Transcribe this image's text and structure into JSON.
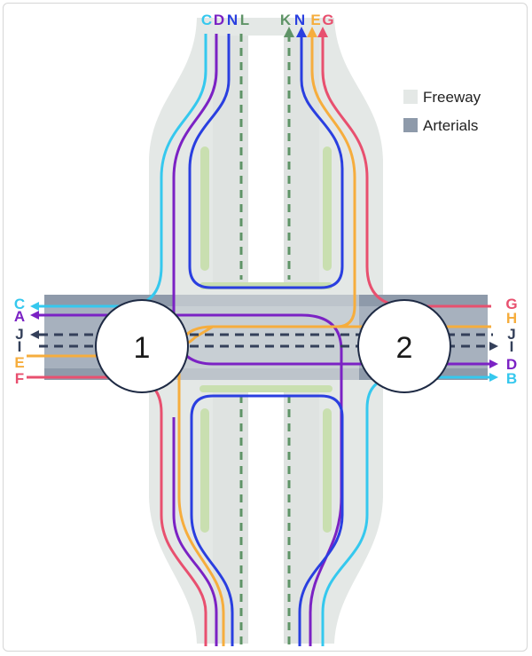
{
  "legend": {
    "freeway": {
      "label": "Freeway",
      "color": "#e4e8e6"
    },
    "arterials": {
      "label": "Arterials",
      "color": "#8e9aaa"
    }
  },
  "signals": [
    "1",
    "2"
  ],
  "top_labels": {
    "left": [
      "C",
      "D",
      "N",
      "L"
    ],
    "right": [
      "K",
      "N",
      "E",
      "G"
    ]
  },
  "left_labels": [
    "C",
    "A",
    "J",
    "I",
    "E",
    "F"
  ],
  "right_labels": [
    "G",
    "H",
    "J",
    "I",
    "D",
    "B"
  ],
  "colors": {
    "A": "#7b22c4",
    "B": "#35c8ee",
    "C": "#35c8ee",
    "D": "#7b22c4",
    "E": "#f6ad3d",
    "F": "#e8506f",
    "G": "#e8506f",
    "H": "#f6ad3d",
    "I": "#34405a",
    "J": "#34405a",
    "K": "#5f9467",
    "L": "#5f9467",
    "N": "#2a3fe0",
    "median": "#c9dfb0",
    "ground": "#d9dcdd"
  }
}
